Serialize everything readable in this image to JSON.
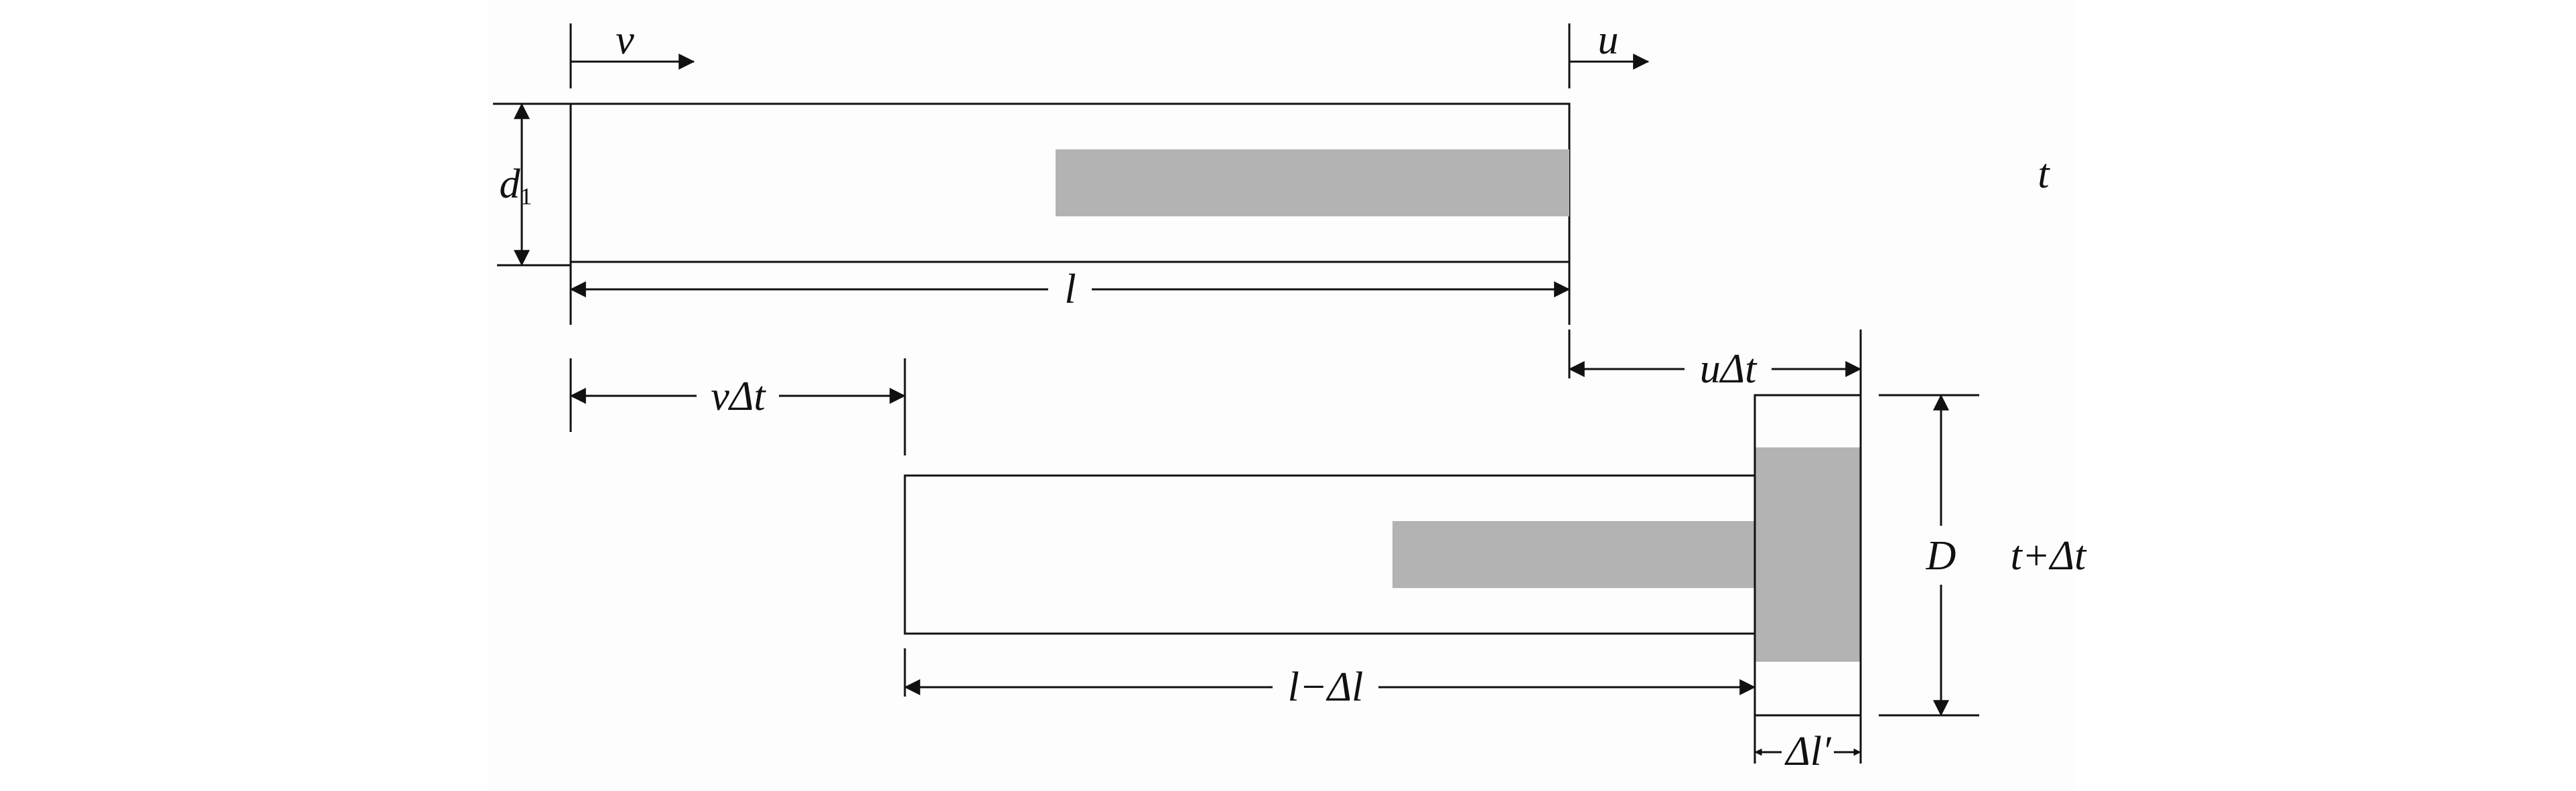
{
  "colors": {
    "background_outer": "#ffffff",
    "background_inner": "#fdfdfd",
    "line": "#111111",
    "fill": "#b3b3b3"
  },
  "labels": {
    "v": "v",
    "u": "u",
    "d": "d",
    "d_sub": "1",
    "l": "l",
    "t": "t",
    "v_dt": "vΔt",
    "u_dt": "uΔt",
    "D": "D",
    "t_dt": "t+Δt",
    "l_minus_dl": "l−Δl",
    "dl_prime": "Δl′"
  }
}
